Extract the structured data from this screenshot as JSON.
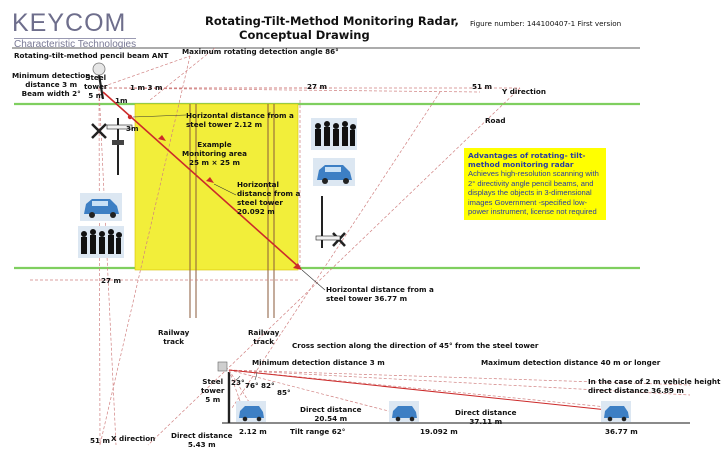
{
  "logo": {
    "name": "KEYCOM",
    "tagline": "Characteristic Technologies"
  },
  "title": {
    "line1": "Rotating-Tilt-Method Monitoring Radar,",
    "line2": "Conceptual Drawing"
  },
  "figure_number": "Figure number: 144100407-1   First version",
  "top_view": {
    "antenna": "Rotating-tilt-method pencil beam ANT",
    "max_angle": "Maximum rotating detection angle 86°",
    "min_detection": {
      "line1": "Minimum detection",
      "line2": "distance 3 m",
      "line3": "Beam width 2°"
    },
    "steel_tower": {
      "line1": "Steel",
      "line2": "tower",
      "line3": "5 m"
    },
    "d1m_3m": "1 m  3 m",
    "d1m": "1m",
    "d3m": "3m",
    "d27m_top": "27 m",
    "d51m_top": "51 m",
    "y_direction": "Y direction",
    "road": "Road",
    "d27m_left": "27 m",
    "h212": {
      "line1": "Horizontal distance from a",
      "line2": "steel tower 2.12 m"
    },
    "example_area": {
      "line1": "Example",
      "line2": "Monitoring area",
      "line3": "25 m × 25 m"
    },
    "h20092": {
      "line1": "Horizontal",
      "line2": "distance from a",
      "line3": "steel tower",
      "line4": "20.092 m"
    },
    "h3677": {
      "line1": "Horizontal distance from a",
      "line2": "steel tower 36.77 m"
    },
    "railway1": {
      "line1": "Railway",
      "line2": "track"
    },
    "railway2": {
      "line1": "Railway",
      "line2": "track"
    }
  },
  "advantages": {
    "heading": "Advantages of rotating- tilt- method monitoring radar",
    "body": "Achieves high-resolution scanning with 2° directivity angle pencil beams, and displays the objects in 3-dimensional images Government -specified low-power instrument, license not required"
  },
  "cross_section": {
    "title": "Cross section along the direction of 45° from the steel tower",
    "min_detection": "Minimum detection distance 3 m",
    "max_detection": "Maximum detection distance 40 m or longer",
    "vehicle_note": {
      "line1": "In the case of 2 m vehicle height",
      "line2": "direct distance 36.89 m"
    },
    "steel_tower": {
      "line1": "Steel",
      "line2": "tower",
      "line3": "5 m"
    },
    "angles": [
      "23°",
      "76°",
      "82°",
      "85°"
    ],
    "direct_2054": {
      "line1": "Direct distance",
      "line2": "20.54 m"
    },
    "direct_3711": {
      "line1": "Direct distance",
      "line2": "37.11 m"
    },
    "direct_543": {
      "line1": "Direct distance",
      "line2": "5.43 m"
    },
    "tilt_range": "Tilt range 62°",
    "d212": "2.12 m",
    "d19092": "19.092 m",
    "d3677": "36.77 m",
    "d51m": "51 m",
    "x_direction": "X direction"
  },
  "colors": {
    "beam_red": "#cc2a2a",
    "road_green": "#7fcf5f",
    "area_yellow": "#f2ee3a",
    "dash_red": "#d08080",
    "advantage_box": "#ffff00",
    "advantage_text": "#2b3ea0",
    "logo": "#6e6e8c"
  }
}
